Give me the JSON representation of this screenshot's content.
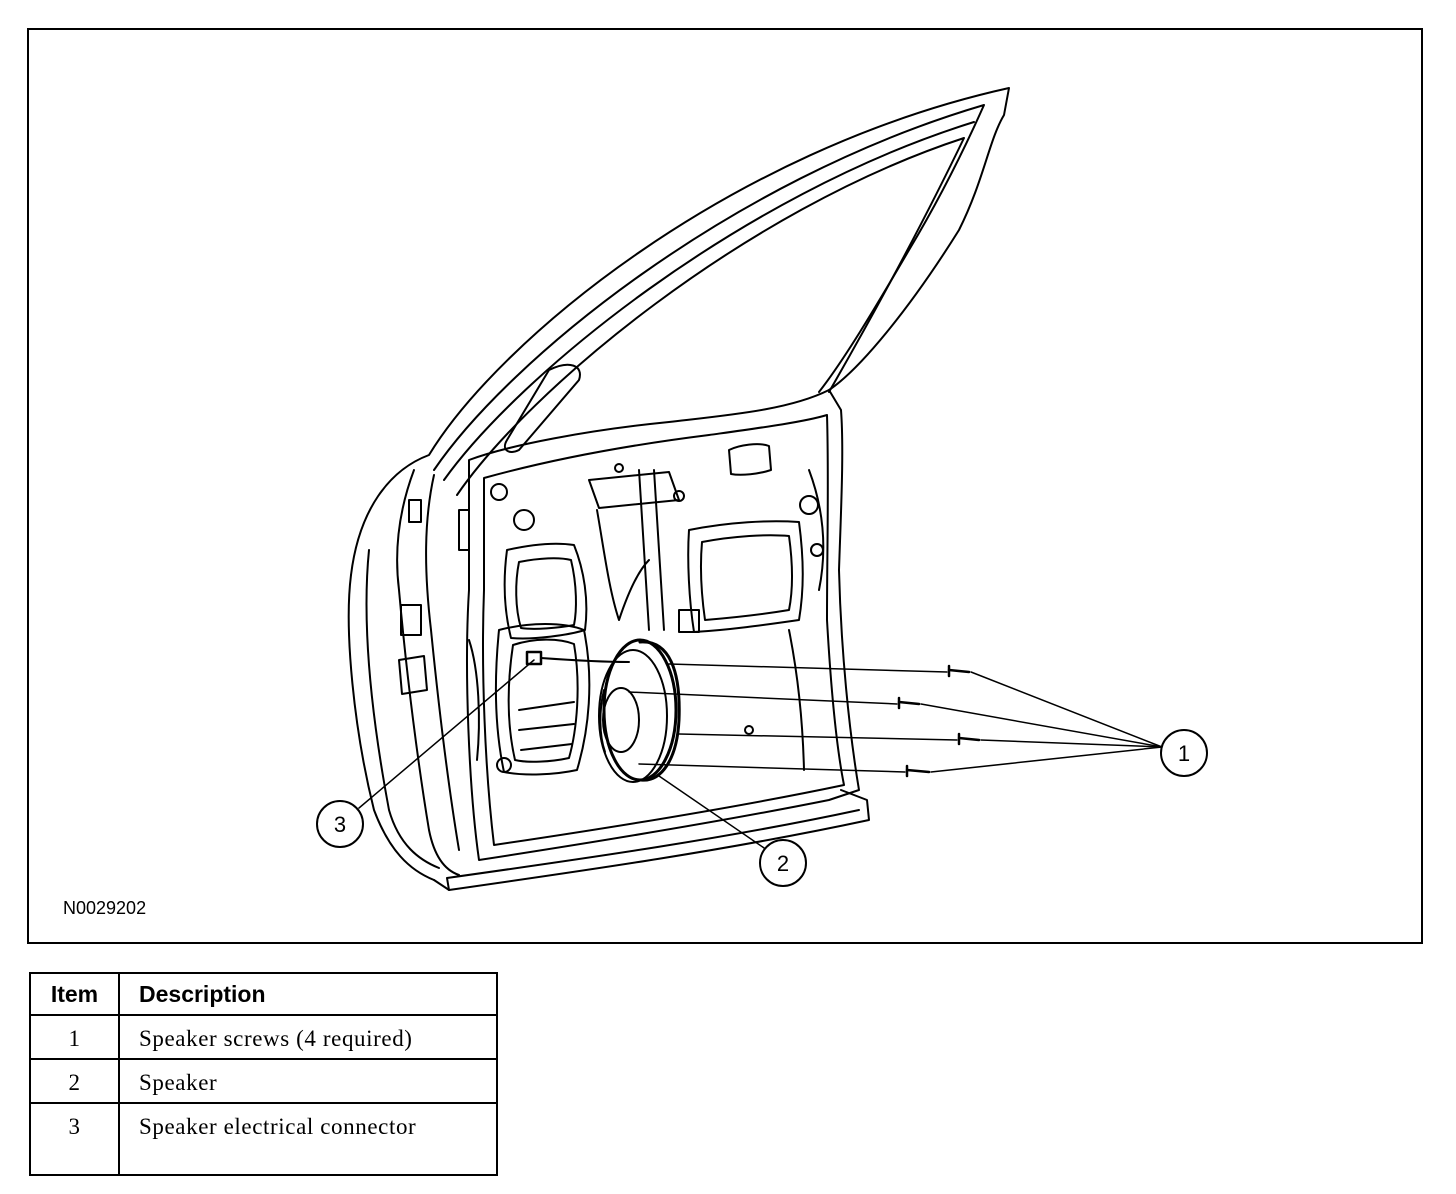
{
  "figure_id": "N0029202",
  "callouts": [
    {
      "label": "1"
    },
    {
      "label": "2"
    },
    {
      "label": "3"
    }
  ],
  "legend": {
    "headers": {
      "item": "Item",
      "description": "Description"
    },
    "rows": [
      {
        "item": "1",
        "description": "Speaker screws (4 required)"
      },
      {
        "item": "2",
        "description": "Speaker"
      },
      {
        "item": "3",
        "description": "Speaker electrical connector"
      }
    ]
  }
}
